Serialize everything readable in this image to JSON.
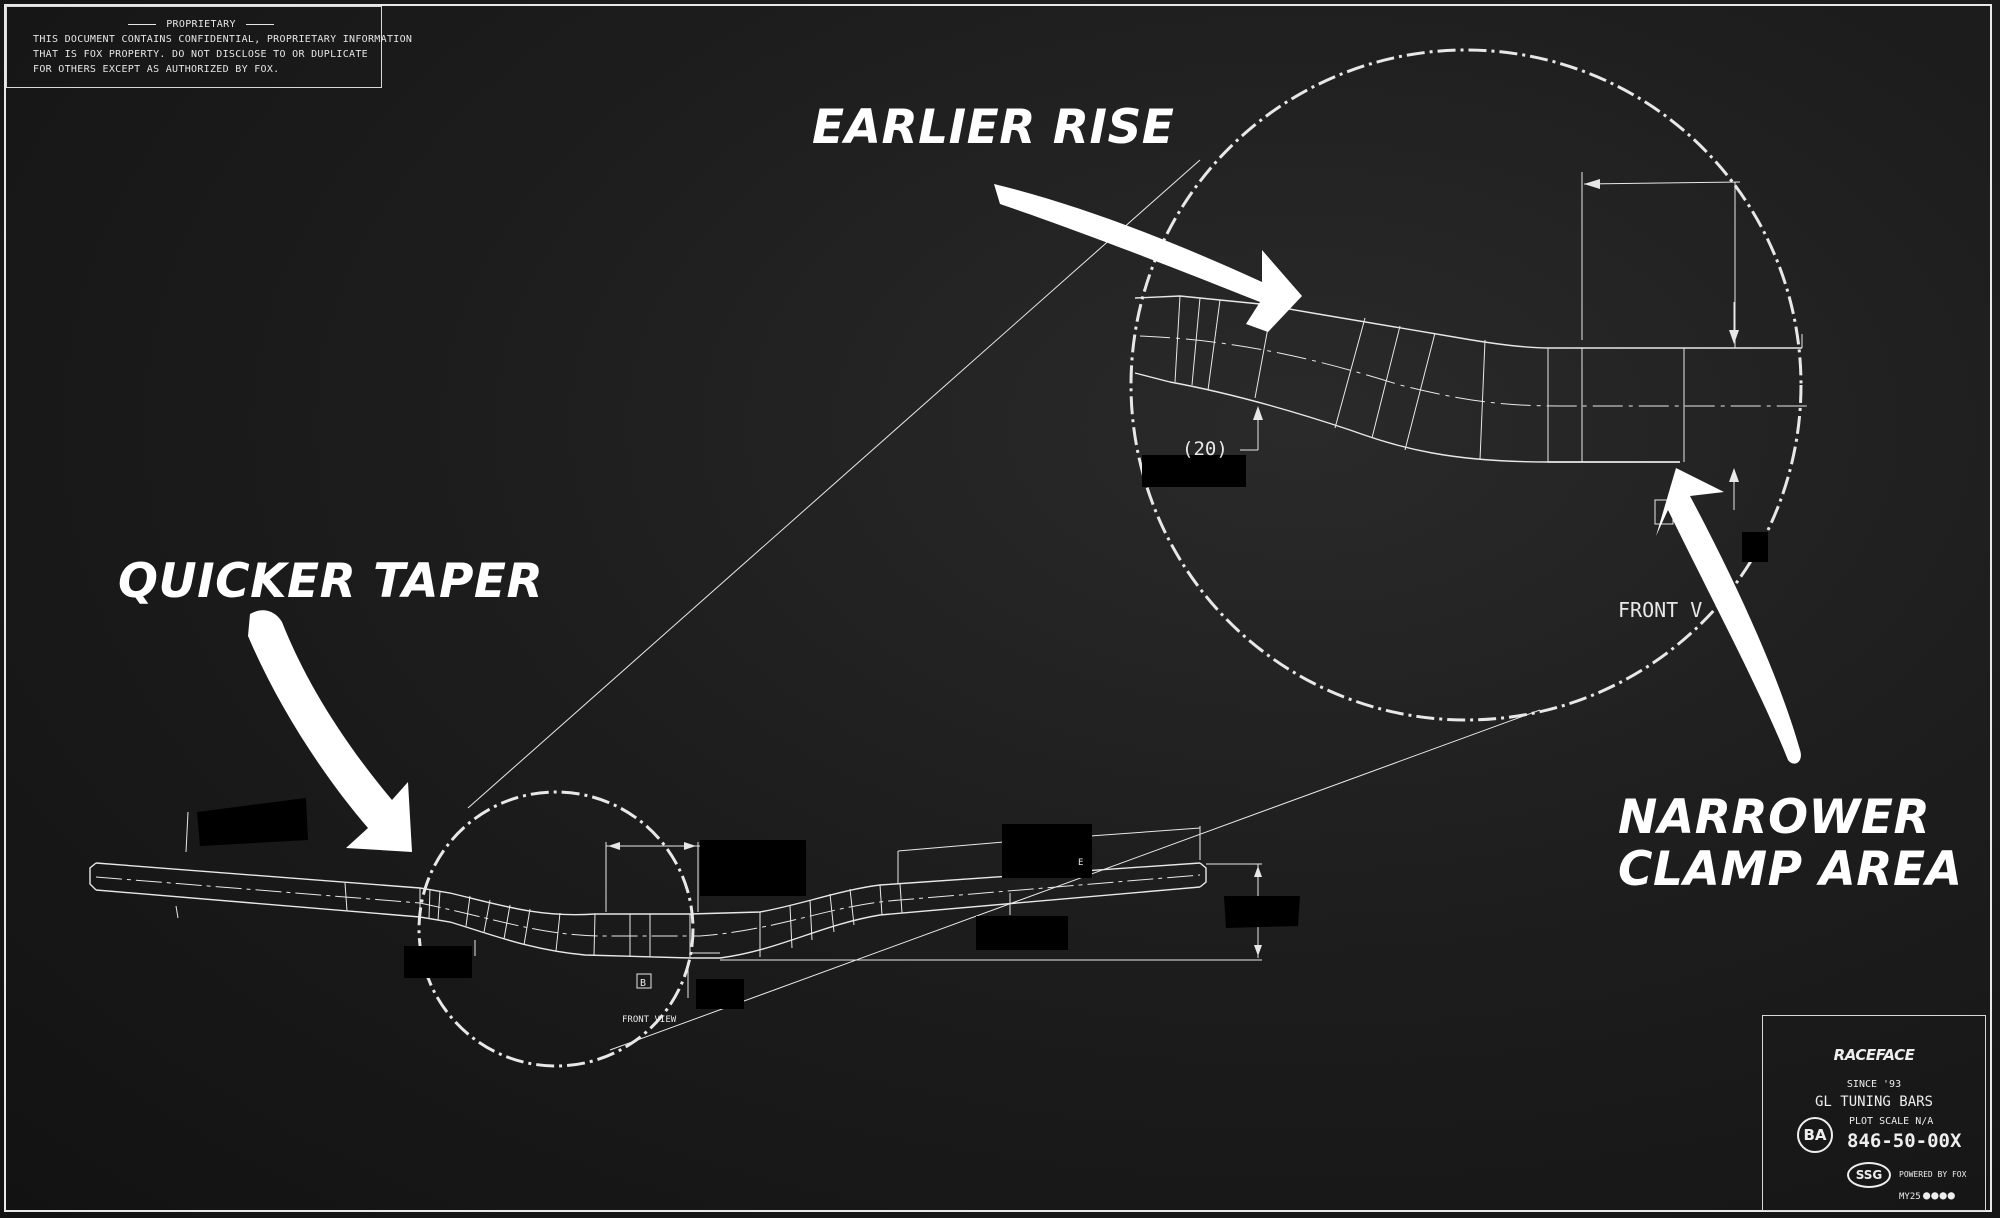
{
  "proprietary_notice": {
    "title": "PROPRIETARY",
    "lines": [
      "THIS DOCUMENT CONTAINS CONFIDENTIAL, PROPRIETARY INFORMATION",
      "THAT IS FOX PROPERTY. DO NOT DISCLOSE TO OR DUPLICATE",
      "FOR OTHERS EXCEPT AS AUTHORIZED BY FOX."
    ]
  },
  "callouts": {
    "earlier_rise": "EARLIER RISE",
    "quicker_taper": "QUICKER TAPER",
    "narrower_clamp_line1": "NARROWER",
    "narrower_clamp_line2": "CLAMP AREA"
  },
  "drawing_labels": {
    "dimension_20": "(20)",
    "front_view_zoom": "FRONT V",
    "front_view_main": "FRONT VIEW",
    "datum_b": "B",
    "label_e": "E"
  },
  "title_block": {
    "brand": "RACEFACE",
    "since": "SINCE '93",
    "product": "GL TUNING BARS",
    "badge_ba": "BA",
    "plot_scale": "PLOT SCALE N/A",
    "part_number": "846-50-00X",
    "badge_ssg": "SSG",
    "powered_by": "POWERED BY FOX",
    "model_year": "MY25",
    "dots": "●●●●"
  },
  "colors": {
    "background": "#1b1b1b",
    "line": "#e8e8e8",
    "redaction": "#000000",
    "callout_text": "#ffffff"
  }
}
